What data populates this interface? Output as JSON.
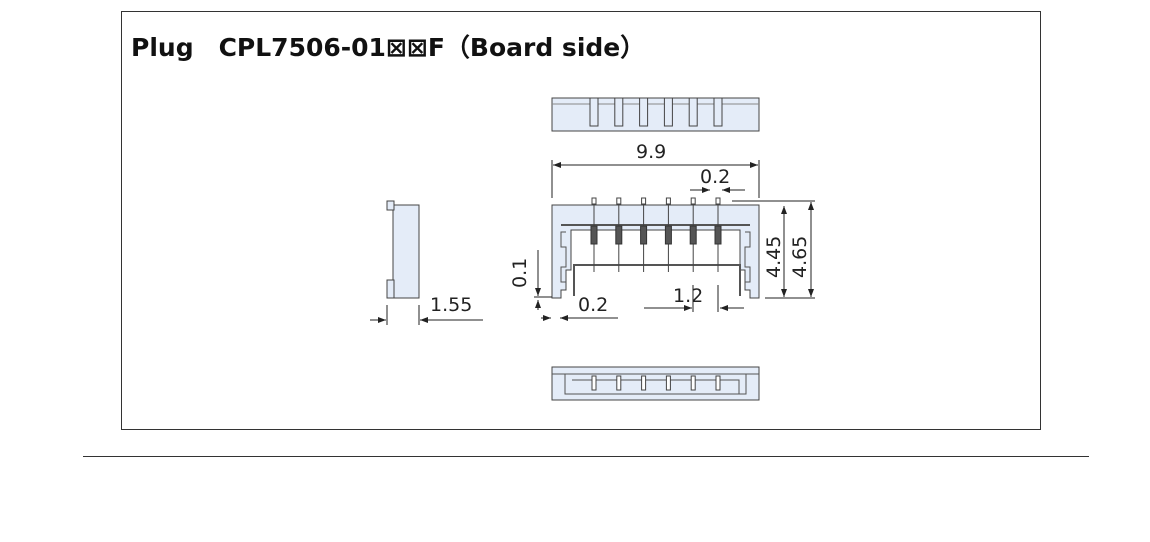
{
  "title": "Plug　CPL7506-01⊠⊠F（Board side）",
  "colors": {
    "body_fill": "#e4ecf8",
    "line": "#333333"
  },
  "dimensions": {
    "width": "9.9",
    "pin_width": "0.2",
    "height_inner": "4.45",
    "height_total": "4.65",
    "side_depth": "1.55",
    "foot_height": "0.1",
    "foot_width": "0.2",
    "pitch": "1.2"
  },
  "pin_count": 6
}
